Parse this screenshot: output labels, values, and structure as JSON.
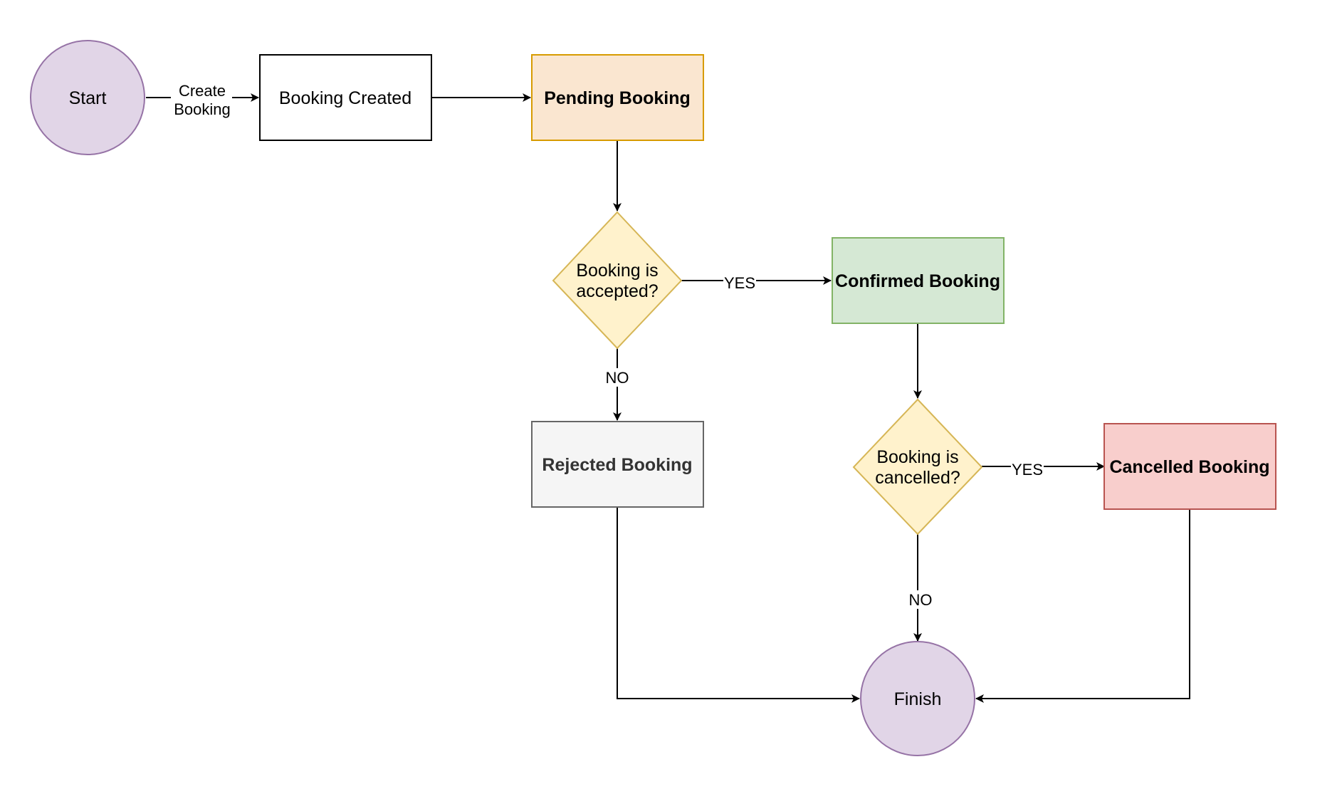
{
  "diagram": {
    "nodes": {
      "start": {
        "label": "Start",
        "fill": "#e1d5e7",
        "stroke": "#9673a6"
      },
      "booking_created": {
        "label": "Booking Created",
        "fill": "#ffffff",
        "stroke": "#000000"
      },
      "pending": {
        "label": "Pending Booking",
        "fill": "#fae6d0",
        "stroke": "#d79b00"
      },
      "accepted_decision": {
        "line1": "Booking is",
        "line2": "accepted?",
        "fill": "#fff2cc",
        "stroke": "#d6b656"
      },
      "confirmed": {
        "label": "Confirmed Booking",
        "fill": "#d5e8d4",
        "stroke": "#82b366"
      },
      "rejected": {
        "label": "Rejected Booking",
        "fill": "#f5f5f5",
        "stroke": "#666666"
      },
      "cancelled_decision": {
        "line1": "Booking is",
        "line2": "cancelled?",
        "fill": "#fff2cc",
        "stroke": "#d6b656"
      },
      "cancelled": {
        "label": "Cancelled Booking",
        "fill": "#f8cecc",
        "stroke": "#b85450"
      },
      "finish": {
        "label": "Finish",
        "fill": "#e1d5e7",
        "stroke": "#9673a6"
      }
    },
    "edges": {
      "create_booking": {
        "line1": "Create",
        "line2": "Booking"
      },
      "accepted_yes": {
        "label": "YES"
      },
      "accepted_no": {
        "label": "NO"
      },
      "cancelled_yes": {
        "label": "YES"
      },
      "cancelled_no": {
        "label": "NO"
      }
    }
  }
}
